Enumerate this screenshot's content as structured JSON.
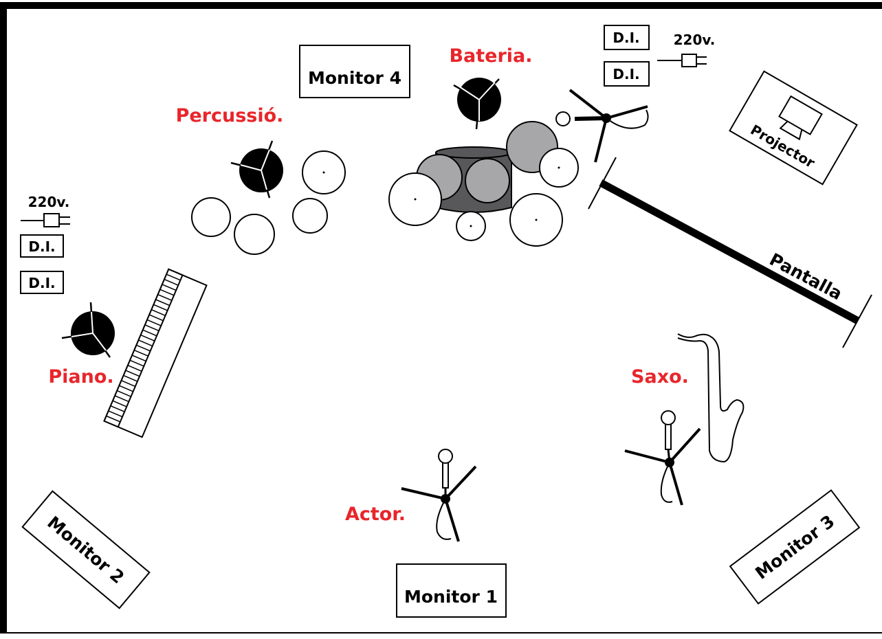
{
  "colors": {
    "border": "#000000",
    "performer_label": "#e8262b",
    "drum_gray": "#a7a7a9",
    "drum_dark": "#58585a",
    "background": "#ffffff"
  },
  "performers": {
    "bateria": "Bateria.",
    "percussio": "Percussió.",
    "piano": "Piano.",
    "saxo": "Saxo.",
    "actor": "Actor."
  },
  "monitors": {
    "m1": "Monitor 1",
    "m2": "Monitor 2",
    "m3": "Monitor 3",
    "m4": "Monitor 4"
  },
  "equipment": {
    "projector": "Projector",
    "pantalla": "Pantalla"
  },
  "power": {
    "top_right": "220v.",
    "left": "220v."
  },
  "di_boxes": {
    "top_right_1": "D.I.",
    "top_right_2": "D.I.",
    "left_1": "D.I.",
    "left_2": "D.I."
  },
  "icons": [
    "amp-icon",
    "mic-stand-icon",
    "power-plug-icon",
    "drum-kit-icon",
    "keyboard-icon",
    "saxophone-icon",
    "projector-icon",
    "screen-icon"
  ]
}
